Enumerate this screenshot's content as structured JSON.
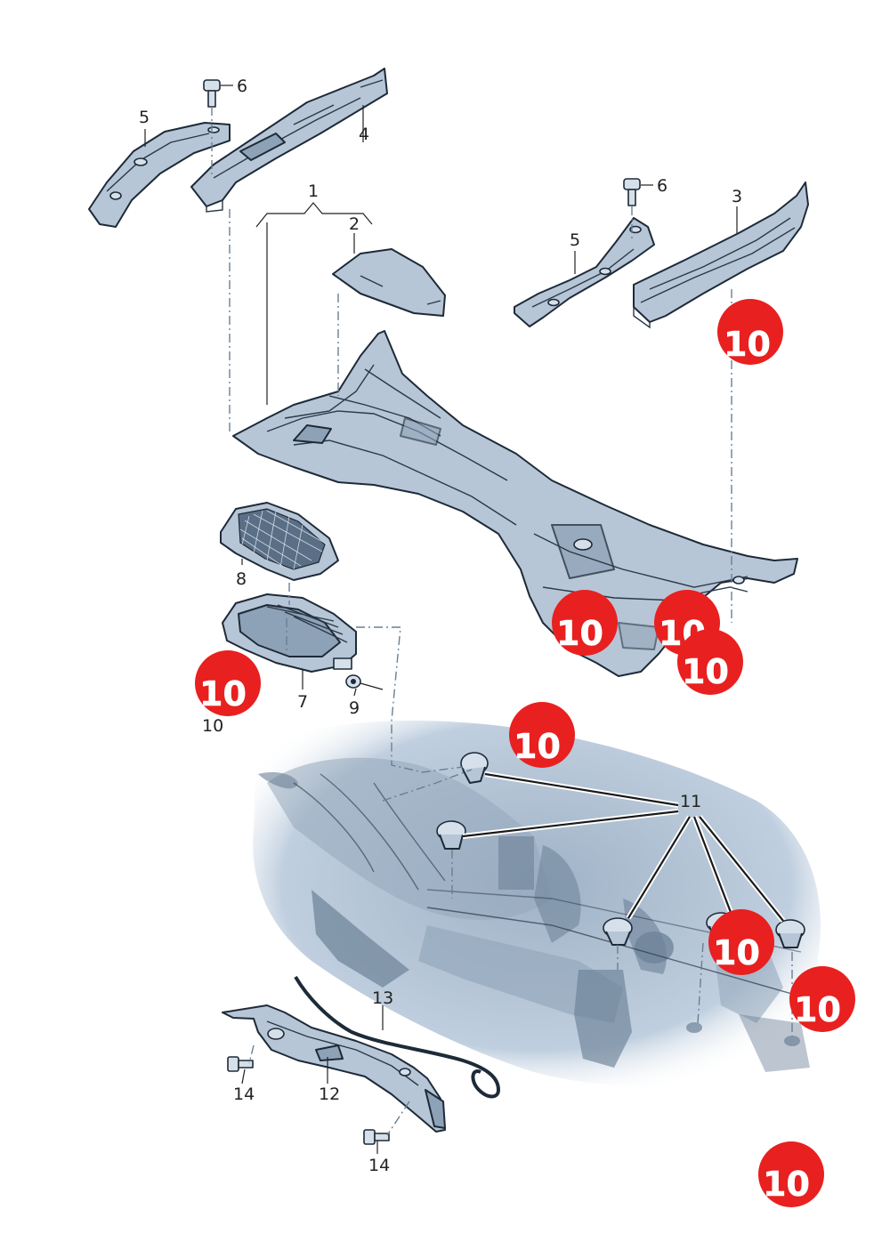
{
  "callouts": {
    "c1": "1",
    "c2": "2",
    "c3": "3",
    "c4": "4",
    "c5a": "5",
    "c5b": "5",
    "c6a": "6",
    "c6b": "6",
    "c7": "7",
    "c8": "8",
    "c9": "9",
    "c10": "10",
    "c11": "11",
    "c12": "12",
    "c13": "13",
    "c14a": "14",
    "c14b": "14"
  },
  "badges": {
    "b1": "10",
    "b2": "10",
    "b3": "10",
    "b4": "10",
    "b5": "10",
    "b6": "10",
    "b7": "10",
    "b8": "10",
    "b9": "10"
  },
  "colors": {
    "badge": "#e8201f",
    "part_fill": "#b7c6d6",
    "outline": "#1d2a38",
    "vehicle_body": "#c5d3e2"
  }
}
